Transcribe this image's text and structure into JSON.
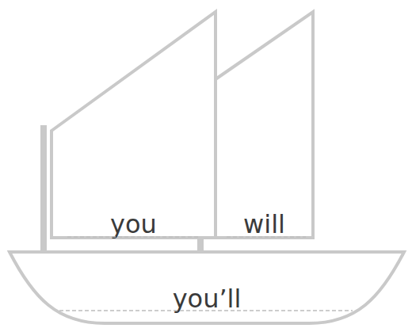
{
  "diagram": {
    "nodes": [
      {
        "text": [
          "you"
        ]
      },
      {
        "text": [
          "will"
        ]
      },
      {
        "text": [
          "you’ll"
        ]
      }
    ]
  }
}
